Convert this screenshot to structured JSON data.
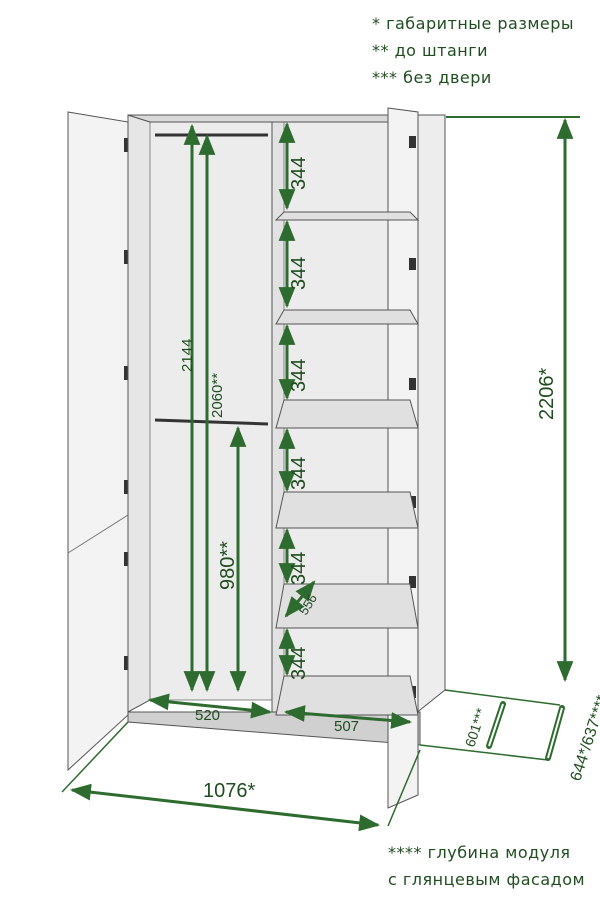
{
  "notes": {
    "line1": "* габаритные размеры",
    "line2": "** до штанги",
    "line3": "*** без двери",
    "bottom1": "**** глубина модуля",
    "bottom2": "с глянцевым фасадом"
  },
  "dimensions": {
    "total_height": "2206*",
    "total_width": "1076*",
    "inner_height": "2144",
    "height_to_rod": "2060**",
    "lower_rod_height": "980**",
    "left_width": "520",
    "right_width": "507",
    "shelf_depth": "556",
    "shelf_spacing": [
      "344",
      "344",
      "344",
      "344",
      "344",
      "344"
    ],
    "depth_no_door": "601***",
    "depth_total": "644*/637****"
  },
  "colors": {
    "dim_line": "#2e6b2e",
    "dim_text": "#1f4d1f",
    "outline": "#555555",
    "inner_panel": "#ececec",
    "shelf": "#e0e0e0",
    "door": "#f3f3f3"
  }
}
